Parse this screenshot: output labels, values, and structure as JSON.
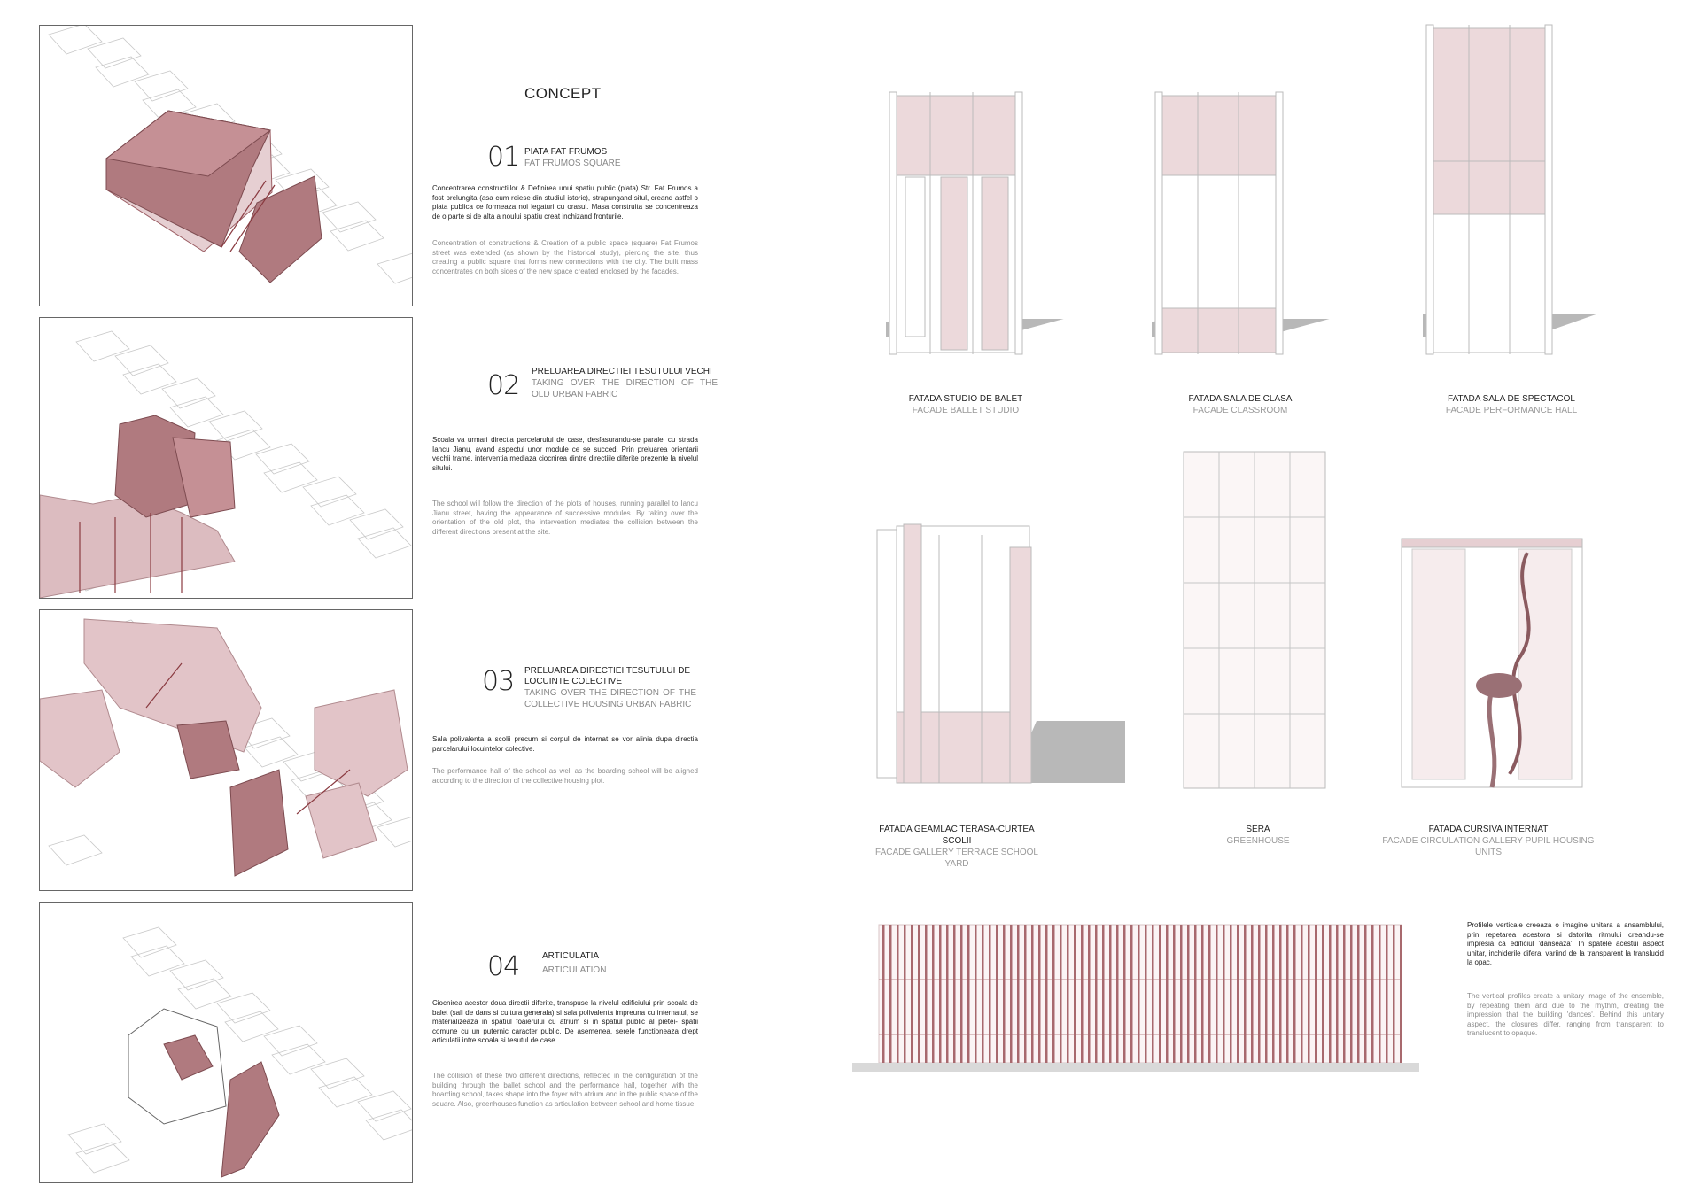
{
  "concept": {
    "title": "CONCEPT"
  },
  "steps": [
    {
      "num": "01",
      "title_ro": "PIATA FAT FRUMOS",
      "title_en": "FAT FRUMOS SQUARE",
      "text_ro": "Concentrarea constructiilor & Definirea unui spatiu public (piata) Str. Fat Frumos a fost prelungita (asa cum reiese din studiul istoric), strapungand situl, creand astfel o piata publica ce formeaza noi legaturi cu orasul. Masa construita se concentreaza de o parte si de alta a noului spatiu creat inchizand fronturile.",
      "text_en": "Concentration of constructions & Creation of a public space (square) Fat Frumos street was extended (as shown by the historical study), piercing the site, thus creating a public square that forms new connections with the city. The built mass concentrates on both sides of the new space created enclosed by the facades."
    },
    {
      "num": "02",
      "title_ro": "PRELUAREA DIRECTIEI TESUTULUI VECHI",
      "title_en": "TAKING OVER THE DIRECTION OF THE OLD URBAN FABRIC",
      "text_ro": "Scoala va urmari directia parcelarului de case, desfasurandu-se paralel cu strada Iancu Jianu, avand aspectul unor module ce se succed. Prin preluarea orientarii vechii trame, interventia mediaza ciocnirea dintre directiile diferite prezente la nivelul sitului.",
      "text_en": "The school will follow the direction of the plots of houses, running parallel to Iancu Jianu street, having the appearance of successive modules. By taking over the orientation of the old plot, the intervention mediates the collision between the different directions present at the site."
    },
    {
      "num": "03",
      "title_ro": "PRELUAREA DIRECTIEI TESUTULUI DE LOCUINTE COLECTIVE",
      "title_en": "TAKING OVER THE DIRECTION OF THE COLLECTIVE HOUSING URBAN FABRIC",
      "text_ro": "Sala polivalenta a scolii precum si corpul de internat se vor alinia dupa directia parcelarului locuintelor colective.",
      "text_en": "The performance hall of the school as well as the boarding school will be aligned according to the direction of the collective housing plot."
    },
    {
      "num": "04",
      "title_ro": "ARTICULATIA",
      "title_en": "ARTICULATION",
      "text_ro": "Ciocnirea acestor doua directii diferite, transpuse la nivelul edificiului prin scoala de balet (sali de dans si cultura generala) si sala polivalenta impreuna cu internatul, se materializeaza in spatiul foaierului cu atrium si in spatiul public al pietei- spatii comune cu un puternic caracter public. De asemenea, serele functioneaza drept articulatii intre scoala si tesutul de case.",
      "text_en": "The collision of these two different directions, reflected in the configuration of the building through the ballet school and the performance hall, together with the boarding school, takes shape into the foyer with atrium and in the public space of the square. Also, greenhouses function as articulation between school and home tissue."
    }
  ],
  "facades": [
    {
      "ro": "FATADA STUDIO DE BALET",
      "en": "FACADE BALLET STUDIO"
    },
    {
      "ro": "FATADA SALA DE CLASA",
      "en": "FACADE CLASSROOM"
    },
    {
      "ro": "FATADA SALA DE SPECTACOL",
      "en": "FACADE PERFORMANCE HALL"
    },
    {
      "ro": "FATADA GEAMLAC TERASA-CURTEA SCOLII",
      "en": "FACADE GALLERY TERRACE SCHOOL YARD"
    },
    {
      "ro": "SERA",
      "en": "GREENHOUSE"
    },
    {
      "ro": "FATADA CURSIVA INTERNAT",
      "en": "FACADE CIRCULATION GALLERY PUPIL HOUSING UNITS"
    }
  ],
  "profiles": {
    "text_ro": "Profilele verticale creeaza o imagine unitara a ansamblului, prin repetarea acestora si datorita ritmului creandu-se impresia ca edificiul 'danseaza'. In spatele acestui aspect unitar, inchiderile difera, variind de la transparent la translucid la opac.",
    "text_en": "The vertical profiles create a unitary image of the ensemble, by repeating them and due to the rhythm, creating the impression that the building 'dances'. Behind this unitary aspect, the closures differ, ranging from transparent to translucent to opaque."
  },
  "colors": {
    "accent": "#a8696e",
    "accent_light": "#e6cfd2",
    "shadow": "#9a9a9a",
    "line": "#bbbbbb"
  }
}
